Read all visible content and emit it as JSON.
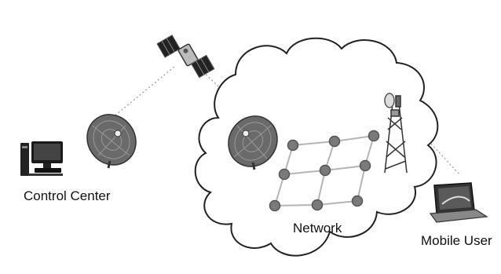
{
  "labels": {
    "control_center": "Control Center",
    "network": "Network",
    "mobile_user": "Mobile User"
  },
  "icons": [
    "computer-icon",
    "satellite-dish-icon",
    "satellite-icon",
    "cloud-icon",
    "cell-tower-icon",
    "laptop-icon"
  ],
  "colors": {
    "node_fill": "#7a7a7a",
    "mesh_line": "#b5b5b5",
    "cloud_stroke": "#222222",
    "link_dotted": "#999999"
  }
}
